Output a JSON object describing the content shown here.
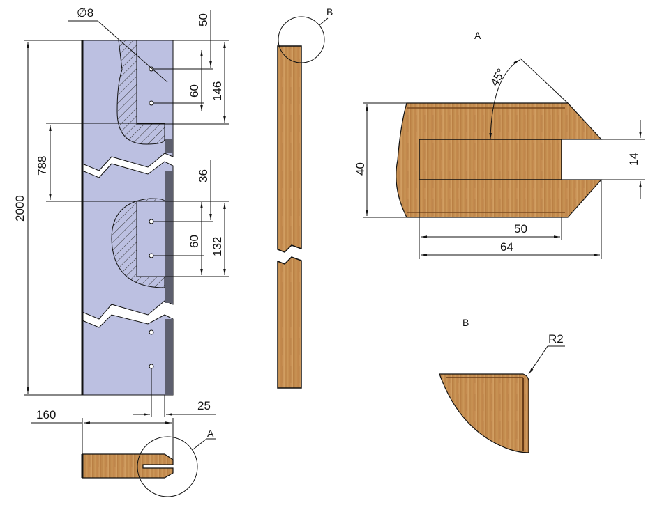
{
  "colors": {
    "panel": "#bcc0e1",
    "wood": "#c58c4e",
    "wood_dark": "#a36a33",
    "edge_dark": "#5d5f6e",
    "hatch": "#333333"
  },
  "dimensions": {
    "hole_diameter": "∅8",
    "total_height": "2000",
    "hole_offset_top": "50",
    "hole_spacing_top": "60",
    "cutout_top": "146",
    "cutout_spacing": "788",
    "hole_offset_mid": "36",
    "hole_spacing_mid": "60",
    "cutout_mid": "132",
    "panel_width": "160",
    "hole_edge_offset": "25"
  },
  "callouts": {
    "section_a": "A",
    "section_b": "B"
  },
  "detail_a": {
    "title": "A",
    "angle": "45°",
    "thickness": "40",
    "groove_width": "14",
    "groove_depth": "50",
    "total_depth": "64"
  },
  "detail_b": {
    "title": "B",
    "radius": "R2"
  }
}
